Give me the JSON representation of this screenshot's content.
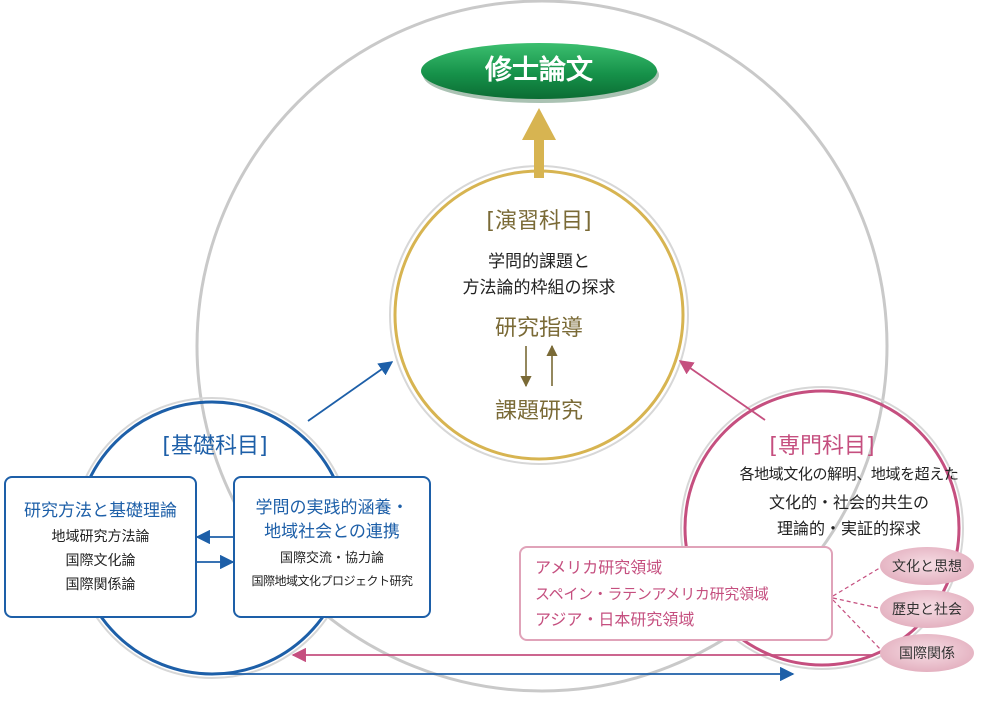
{
  "colors": {
    "gold": "#d7b451",
    "gold_text": "#7a6a36",
    "blue": "#1d5fa8",
    "pink": "#c54f7f",
    "gray_ring": "#c9c9c9",
    "green": "#17924a",
    "pill": "#ecc4cf"
  },
  "thesis": {
    "label": "修士論文"
  },
  "seminar": {
    "title": "[演習科目]",
    "desc_line1": "学問的課題と",
    "desc_line2": "方法論的枠組の探求",
    "guidance": "研究指導",
    "project": "課題研究"
  },
  "basic": {
    "title": "[基礎科目]",
    "box1": {
      "heading": "研究方法と基礎理論",
      "items": [
        "地域研究方法論",
        "国際文化論",
        "国際関係論"
      ]
    },
    "box2": {
      "heading_line1": "学問の実践的涵養・",
      "heading_line2": "地域社会との連携",
      "items": [
        "国際交流・協力論",
        "国際地域文化プロジェクト研究"
      ]
    }
  },
  "specialized": {
    "title": "[専門科目]",
    "desc_line1": "各地域文化の解明、地域を超えた",
    "desc_line2": "文化的・社会的共生の",
    "desc_line3": "理論的・実証的探求",
    "areas": [
      "アメリカ研究領域",
      "スペイン・ラテンアメリカ研究領域",
      "アジア・日本研究領域"
    ],
    "themes": [
      "文化と思想",
      "歴史と社会",
      "国際関係"
    ]
  }
}
